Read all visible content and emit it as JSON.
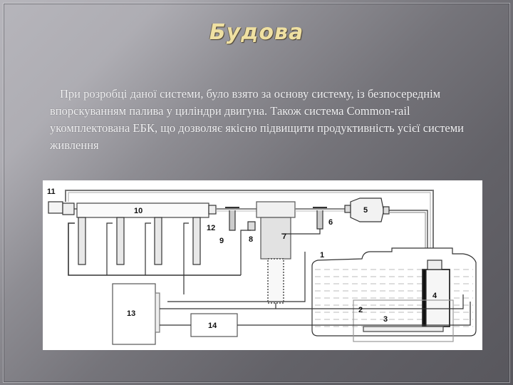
{
  "slide": {
    "title": "Будова",
    "paragraph": "При розробці даної системи, було взято за основу систему, із безпосереднім впорскуванням палива у циліндри двигуна. Також система Common-rail укомплектована ЕБК, що дозволяє якісно підвищити продуктивність усієї системи живлення"
  },
  "diagram": {
    "labels": {
      "fuel_tank": "1",
      "filter_2": "2",
      "heater_3": "3",
      "pump_4": "4",
      "fuel_filter": "5",
      "sensor_6": "6",
      "hp_pump": "7",
      "valve_8": "8",
      "sensor_9": "9",
      "common_rail": "10",
      "pressure_sensor": "11",
      "injector": "12",
      "ecu": "13",
      "sensors_block": "14"
    }
  }
}
